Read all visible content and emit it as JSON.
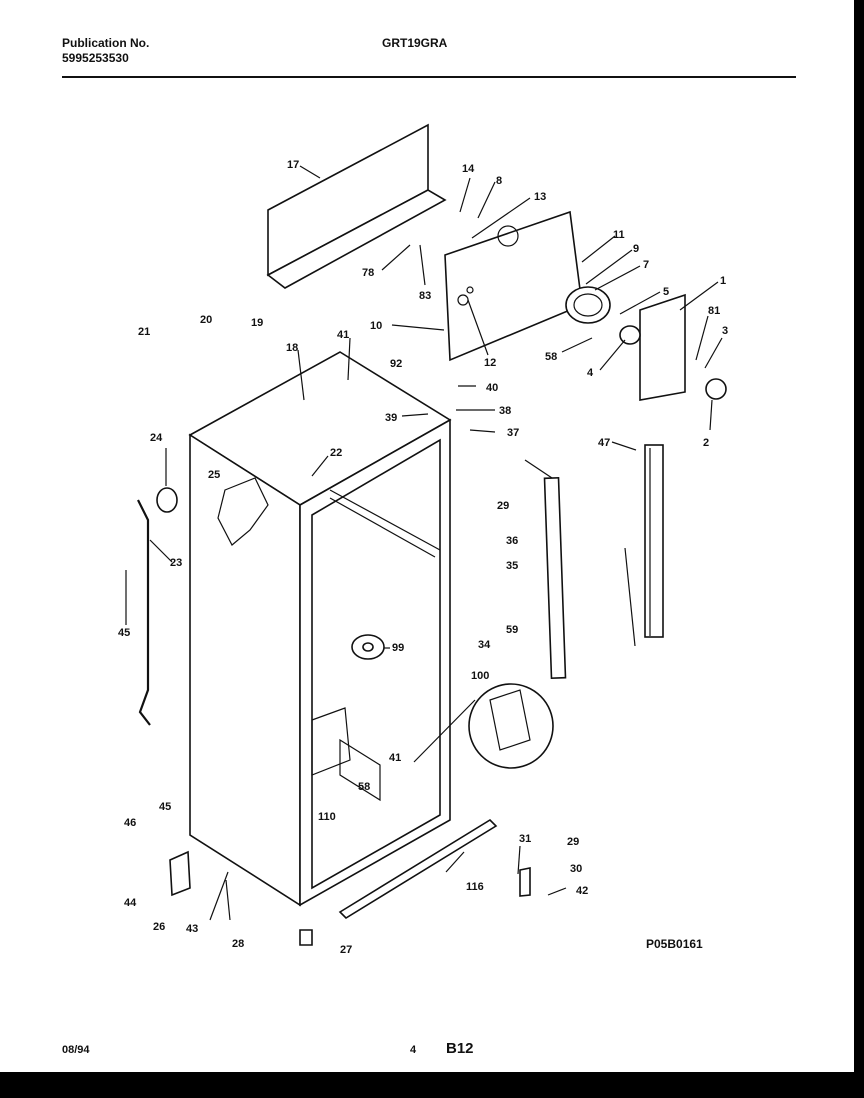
{
  "header": {
    "publication_label": "Publication No.",
    "publication_number": "5995253530",
    "model": "GRT19GRA"
  },
  "diagram_code": "P05B0161",
  "footer": {
    "date": "08/94",
    "page": "4",
    "section": "B12"
  },
  "callouts": [
    "17",
    "14",
    "8",
    "13",
    "78",
    "83",
    "11",
    "9",
    "7",
    "10",
    "12",
    "1",
    "5",
    "81",
    "3",
    "58",
    "4",
    "2",
    "21",
    "20",
    "19",
    "18",
    "41",
    "92",
    "40",
    "39",
    "38",
    "37",
    "24",
    "25",
    "22",
    "47",
    "29",
    "36",
    "35",
    "59",
    "34",
    "23",
    "45",
    "99",
    "100",
    "41",
    "58",
    "110",
    "45",
    "46",
    "44",
    "26",
    "43",
    "28",
    "27",
    "116",
    "31",
    "29",
    "30",
    "42"
  ]
}
